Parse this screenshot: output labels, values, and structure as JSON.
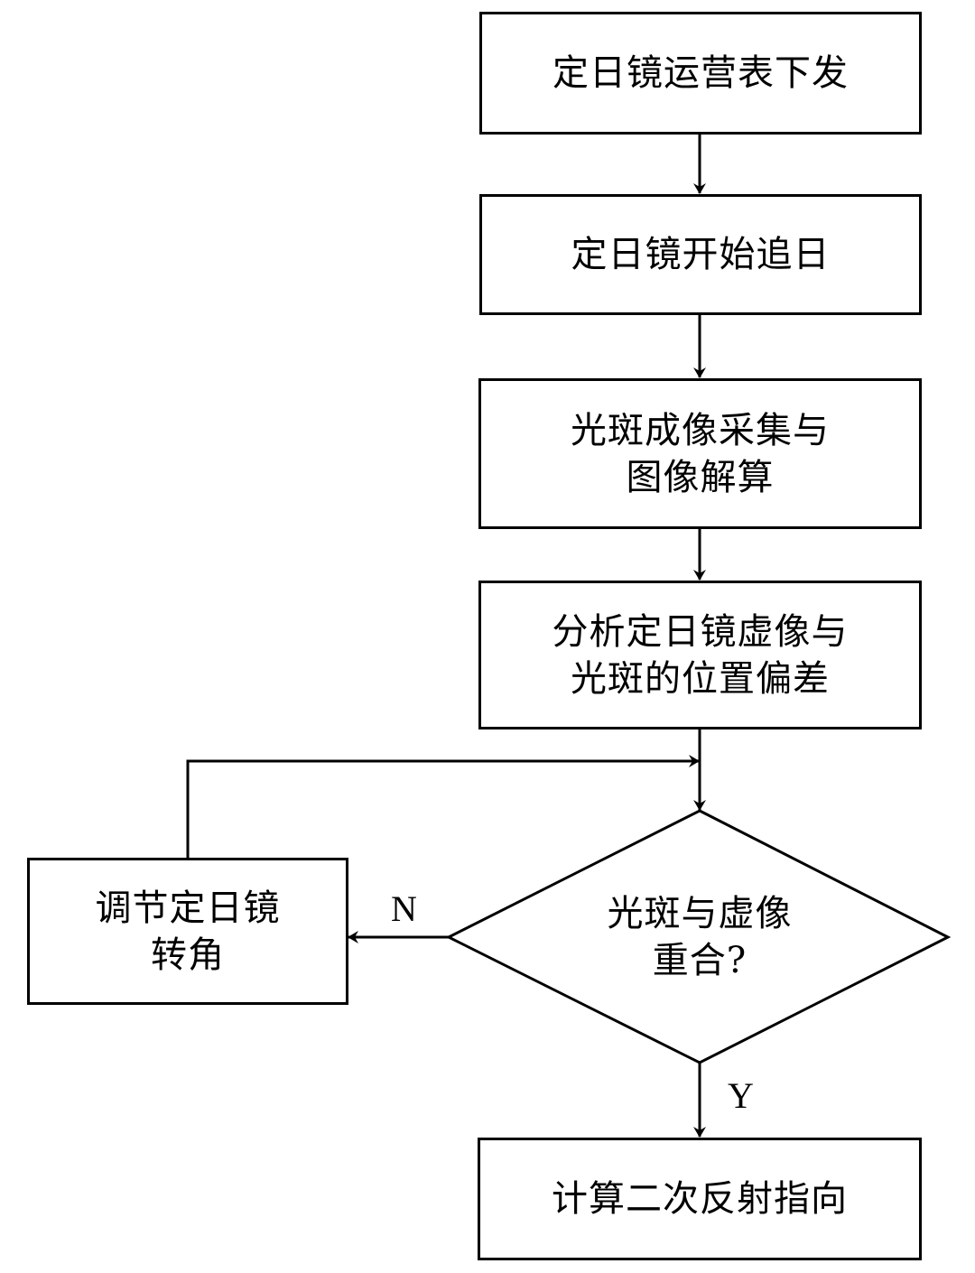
{
  "flowchart": {
    "nodes": [
      {
        "id": "issue-schedule",
        "type": "process",
        "text": "定日镜运营表下发"
      },
      {
        "id": "start-tracking",
        "type": "process",
        "text": "定日镜开始追日"
      },
      {
        "id": "image-capture",
        "type": "process",
        "text": "光斑成像采集与\n图像解算"
      },
      {
        "id": "analyze-deviation",
        "type": "process",
        "text": "分析定日镜虚像与\n光斑的位置偏差"
      },
      {
        "id": "coincide-decision",
        "type": "decision",
        "text": "光斑与虚像\n重合?"
      },
      {
        "id": "adjust-angle",
        "type": "process",
        "text": "调节定日镜\n转角"
      },
      {
        "id": "compute-pointing",
        "type": "process",
        "text": "计算二次反射指向"
      }
    ],
    "edges": [
      {
        "from": "issue-schedule",
        "to": "start-tracking",
        "label": ""
      },
      {
        "from": "start-tracking",
        "to": "image-capture",
        "label": ""
      },
      {
        "from": "image-capture",
        "to": "analyze-deviation",
        "label": ""
      },
      {
        "from": "analyze-deviation",
        "to": "coincide-decision",
        "label": ""
      },
      {
        "from": "coincide-decision",
        "to": "adjust-angle",
        "label": "N"
      },
      {
        "from": "coincide-decision",
        "to": "compute-pointing",
        "label": "Y"
      },
      {
        "from": "adjust-angle",
        "to": "coincide-decision",
        "label": ""
      }
    ],
    "labels": {
      "no": "N",
      "yes": "Y"
    }
  }
}
